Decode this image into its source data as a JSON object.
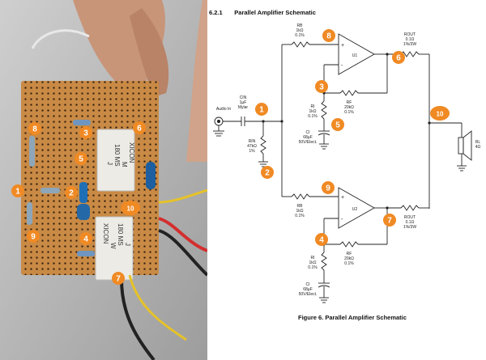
{
  "section": {
    "number": "6.2.1",
    "title": "Parallel Amplifier Schematic"
  },
  "caption": "Figure 6. Parallel Amplifier Schematic",
  "photo": {
    "resistor_top_text": [
      "J",
      "180 MS",
      "M",
      "XICON"
    ],
    "resistor_bottom_text": [
      "XICON",
      "W",
      "180 MS",
      "J"
    ]
  },
  "markers": {
    "color": "#F08A24",
    "schematic": [
      "1",
      "2",
      "3",
      "4",
      "5",
      "6",
      "7",
      "8",
      "9",
      "10"
    ],
    "photo": [
      "1",
      "2",
      "3",
      "4",
      "5",
      "6",
      "7",
      "8",
      "9",
      "10"
    ]
  },
  "labels": {
    "audio_in": "Audio In",
    "cin": [
      "CIN",
      "1µF",
      "Mylar"
    ],
    "rin": [
      "RIN",
      "47kΩ",
      "1%"
    ],
    "rb_top": [
      "RB",
      "1kΩ",
      "0.1%"
    ],
    "rb_bottom": [
      "RB",
      "1kΩ",
      "0.1%"
    ],
    "u1": "U1",
    "u2": "U2",
    "ri_top": [
      "RI",
      "1kΩ",
      "0.1%"
    ],
    "rf_top": [
      "RF",
      "20kΩ",
      "0.1%"
    ],
    "ci_top": [
      "CI",
      "68µF",
      "50V/Elect."
    ],
    "ri_bottom": [
      "RI",
      "1kΩ",
      "0.1%"
    ],
    "rf_bottom": [
      "RF",
      "20kΩ",
      "0.1%"
    ],
    "ci_bottom": [
      "CI",
      "68µF",
      "50V/Elect."
    ],
    "rout_top": [
      "ROUT",
      "0.1Ω",
      "1%/3W"
    ],
    "rout_bottom": [
      "ROUT",
      "0.1Ω",
      "1%/3W"
    ],
    "rl": [
      "RL",
      "4Ω"
    ]
  }
}
